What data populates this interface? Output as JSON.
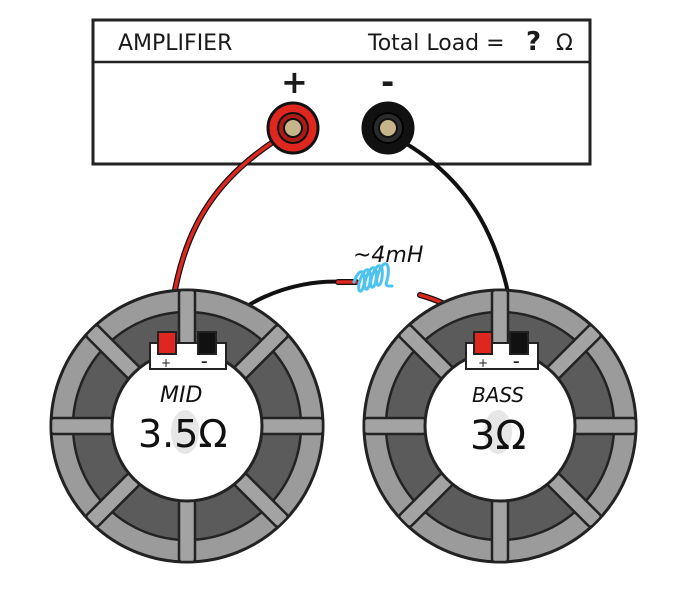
{
  "amplifier": {
    "title": "AMPLIFIER",
    "total_load_label": "Total Load =",
    "total_load_value": "?",
    "total_load_unit": "Ω",
    "plus_label": "+",
    "minus_label": "-"
  },
  "inductor": {
    "label": "~4mH"
  },
  "speakers": [
    {
      "name": "MID",
      "impedance": "3.5Ω",
      "plus": "+",
      "minus": "–"
    },
    {
      "name": "BASS",
      "impedance": "3Ω",
      "plus": "+",
      "minus": "–"
    }
  ],
  "colors": {
    "positive_wire": "#e0271f",
    "negative_wire": "#111111",
    "coil": "#4fc3f0",
    "speaker_frame": "#9e9e9e",
    "speaker_dark": "#5a5a5a"
  }
}
